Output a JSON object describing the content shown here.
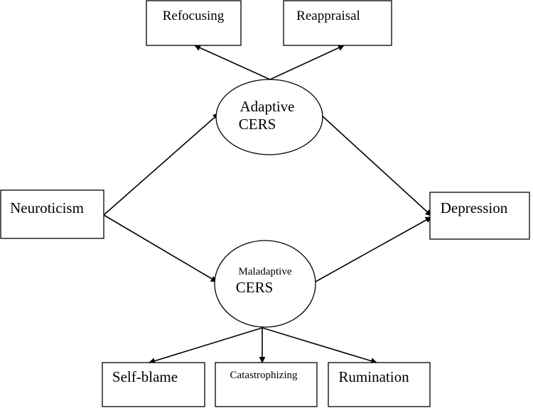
{
  "nodes": {
    "refocusing": "Refocusing",
    "reappraisal": "Reappraisal",
    "adaptive_line1": "Adaptive",
    "adaptive_line2": "CERS",
    "neuroticism": "Neuroticism",
    "depression": "Depression",
    "maladaptive_line1": "Maladaptive",
    "maladaptive_line2": "CERS",
    "self_blame": "Self-blame",
    "catastrophizing": "Catastrophizing",
    "rumination": "Rumination"
  },
  "colors": {
    "stroke": "#000000",
    "background": "#ffffff"
  }
}
